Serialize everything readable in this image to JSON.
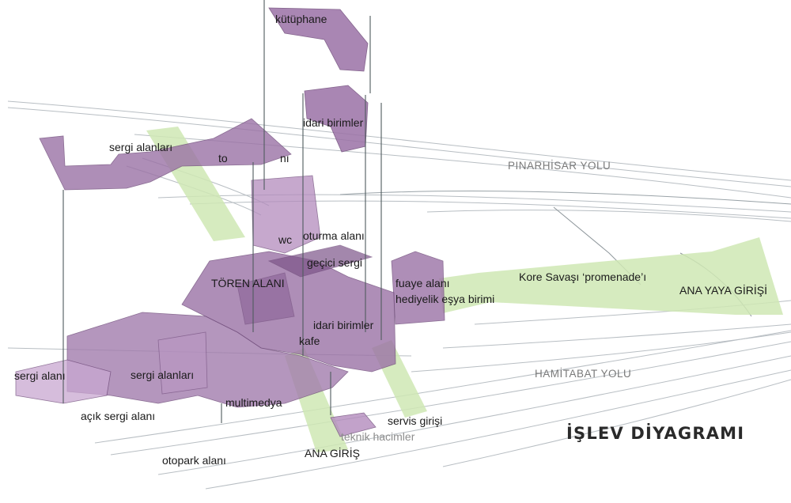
{
  "diagram": {
    "title": "İŞLEV DİYAGRAMI",
    "roads": {
      "north": "PINARHİSAR YOLU",
      "south": "HAMİTABAT YOLU"
    },
    "labels": {
      "library": "kütüphane",
      "admin_upper": "idari birimler",
      "exhibition_upper": "sergi alanları",
      "partial_label": "to",
      "partial_label_end": "nı",
      "wc": "wc",
      "lounge": "oturma alanı",
      "temporary_exhibition": "geçici sergi",
      "ceremony_area": "TÖREN ALANI",
      "foyer": "fuaye alanı",
      "gift_shop": "hediyelik eşya birimi",
      "admin_lower": "idari birimler",
      "cafe": "kafe",
      "exhibition_area": "sergi alanı",
      "exhibition_areas_lower": "sergi alanları",
      "open_exhibition": "açık sergi alanı",
      "multimedia": "multimedya",
      "service_entrance": "servis girişi",
      "technical": "teknik hacimler",
      "main_entrance": "ANA GİRİŞ",
      "parking": "otopark alanı",
      "promenade": "Kore Savaşı  ‘promenade’ı",
      "pedestrian_entrance": "ANA YAYA GİRİŞİ"
    },
    "colors": {
      "volume": "#9b72a6",
      "volume_light": "#c9a8d1",
      "green_path": "#cfe8b4",
      "road_line": "#b8bec3"
    }
  }
}
